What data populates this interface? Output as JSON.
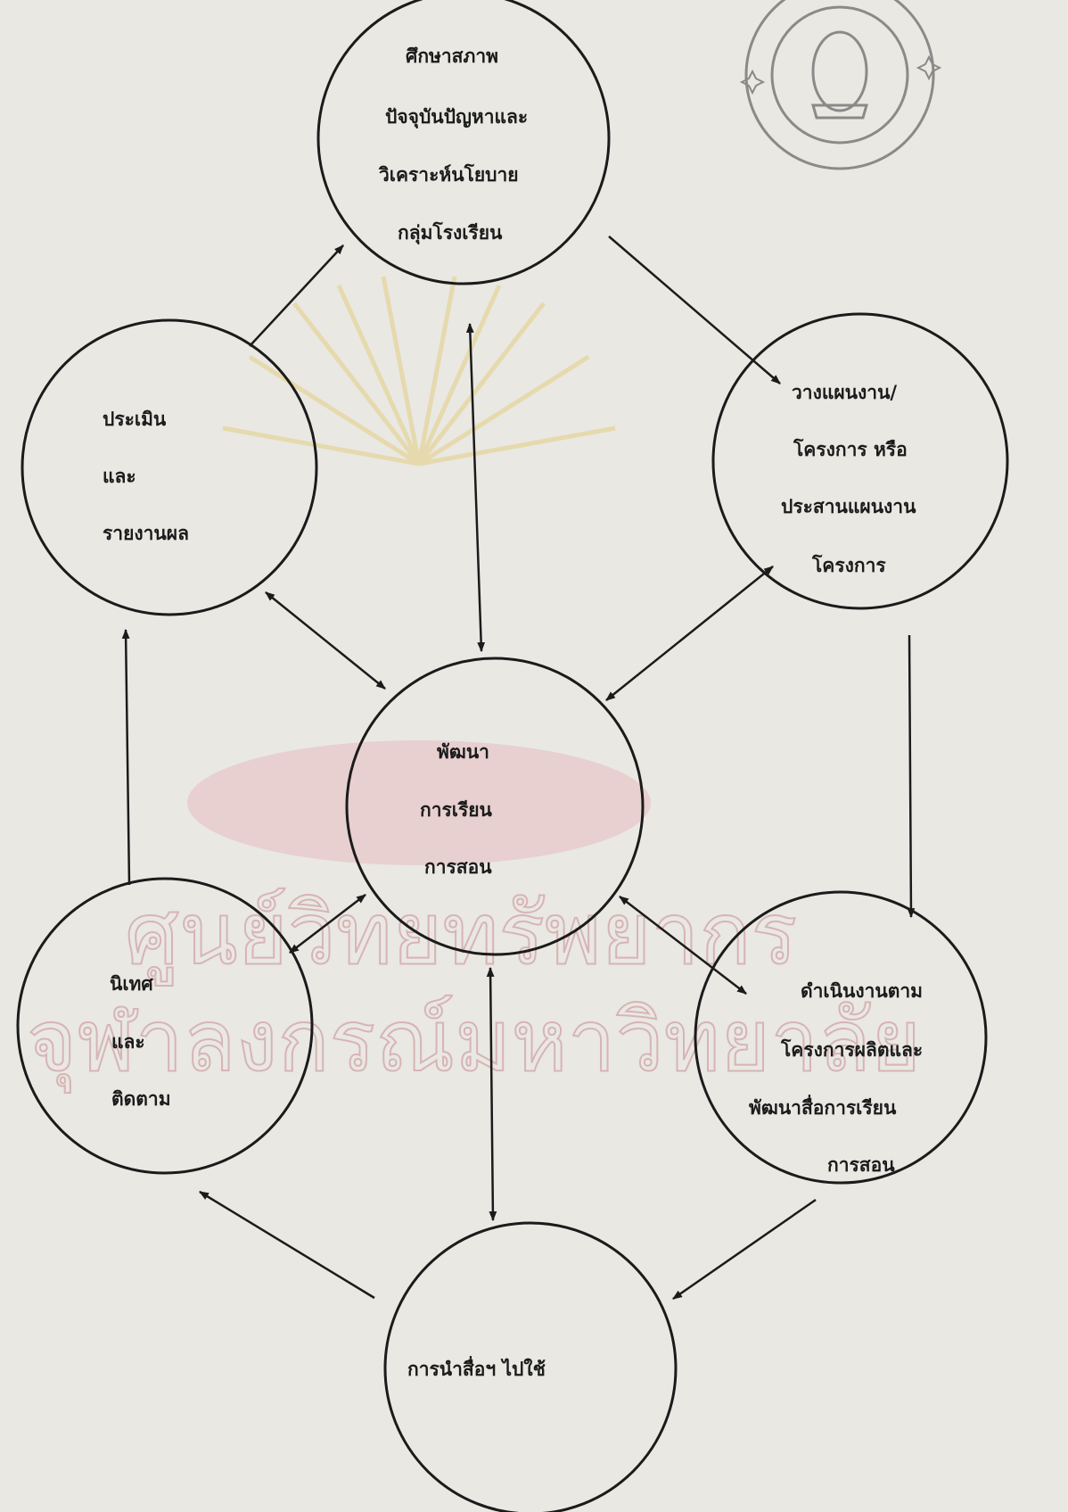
{
  "nodes": {
    "study": [
      "ศึกษาสภาพ",
      "ปัจจุบันปัญหาและ",
      "วิเคราะห์นโยบาย",
      "กลุ่มโรงเรียน"
    ],
    "plan": [
      "วางแผนงาน/",
      "โครงการ หรือ",
      "ประสานแผนงาน",
      "โครงการ"
    ],
    "execute": [
      "ดำเนินงานตาม",
      "โครงการผลิตและ",
      "พัฒนาสื่อการเรียน",
      "การสอน"
    ],
    "use": [
      "การนำสื่อฯ ไปใช้"
    ],
    "supervise": [
      "นิเทศ",
      "และ",
      "ติดตาม"
    ],
    "evaluate": [
      "ประเมิน",
      "และ",
      "รายงานผล"
    ],
    "center": [
      "พัฒนา",
      "การเรียน",
      "การสอน"
    ]
  },
  "watermark": {
    "line1": "ศูนย์วิทยทรัพยากร",
    "line2": "จุฬาลงกรณ์มหาวิทยาลัย"
  },
  "colors": {
    "ink": "#1b1b1b",
    "paper": "#e9e8e3",
    "watermark": "#c98a8f",
    "watermark_gold": "#e2c04a"
  }
}
